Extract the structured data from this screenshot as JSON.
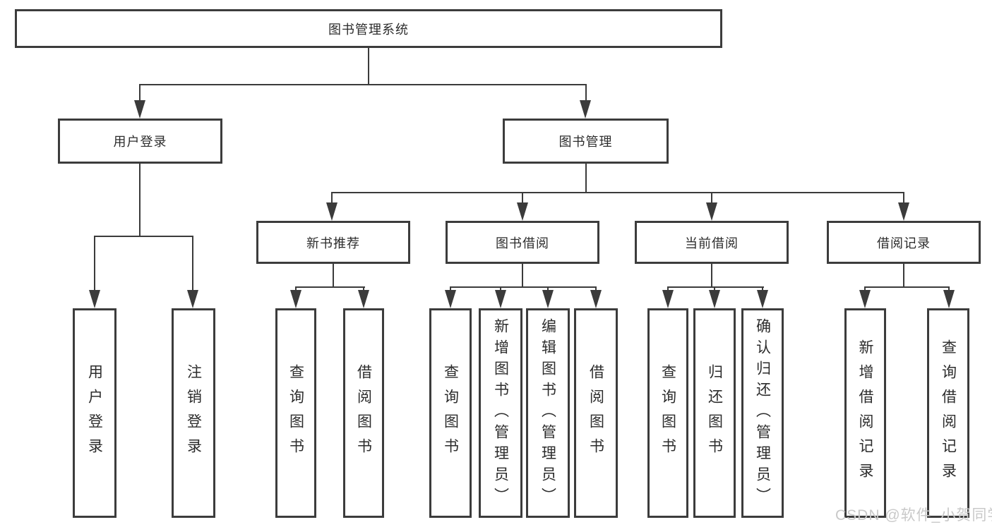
{
  "nodes": {
    "root": "图书管理系统",
    "user_login": "用户登录",
    "book_mgmt": "图书管理",
    "new_book_rec": "新书推荐",
    "book_borrow": "图书借阅",
    "current_borrow": "当前借阅",
    "borrow_records": "借阅记录",
    "ul_login": "用户登录",
    "ul_logout": "注销登录",
    "nb_query": "查询图书",
    "nb_borrow": "借阅图书",
    "bb_query": "查询图书",
    "bb_add": "新增图书（管理员）",
    "bb_edit": "编辑图书（管理员）",
    "bb_borrow": "借阅图书",
    "cb_query": "查询图书",
    "cb_return": "归还图书",
    "cb_confirm": "确认归还（管理员）",
    "br_add": "新增借阅记录",
    "br_query": "查询借阅记录"
  },
  "watermark": "CSDN @软件_小贺同学",
  "colors": {
    "line": "#3b3b3b",
    "box_border": "#3c3c3c",
    "text": "#2c2c2c",
    "watermark": "#c9c9c9",
    "background": "#ffffff"
  }
}
